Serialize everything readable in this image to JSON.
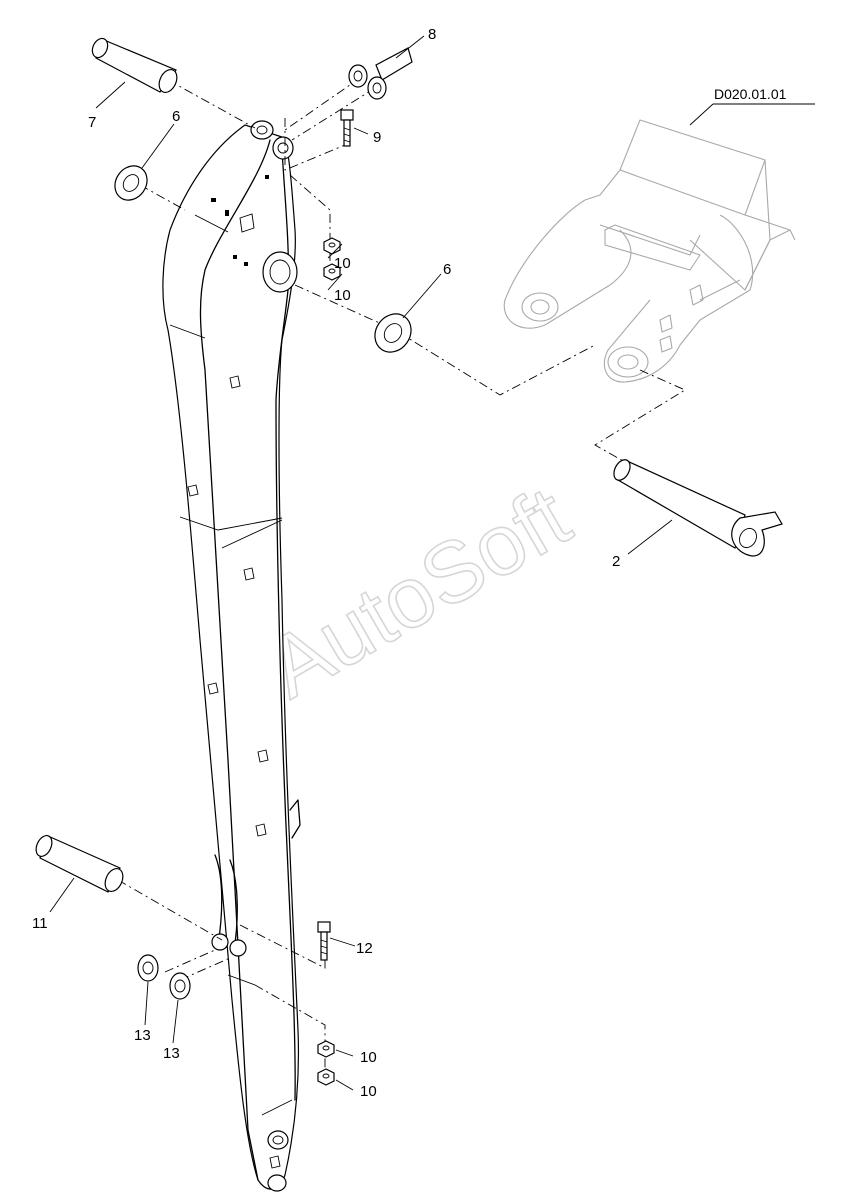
{
  "reference": {
    "label": "D020.01.01"
  },
  "watermark": {
    "text": "AutoSoft"
  },
  "callouts": [
    {
      "id": "c7",
      "text": "7"
    },
    {
      "id": "c6a",
      "text": "6"
    },
    {
      "id": "c8",
      "text": "8"
    },
    {
      "id": "c9",
      "text": "9"
    },
    {
      "id": "c10a",
      "text": "10"
    },
    {
      "id": "c10b",
      "text": "10"
    },
    {
      "id": "c6b",
      "text": "6"
    },
    {
      "id": "c2",
      "text": "2"
    },
    {
      "id": "c11",
      "text": "11"
    },
    {
      "id": "c12",
      "text": "12"
    },
    {
      "id": "c13a",
      "text": "13"
    },
    {
      "id": "c13b",
      "text": "13"
    },
    {
      "id": "c10c",
      "text": "10"
    },
    {
      "id": "c10d",
      "text": "10"
    }
  ]
}
